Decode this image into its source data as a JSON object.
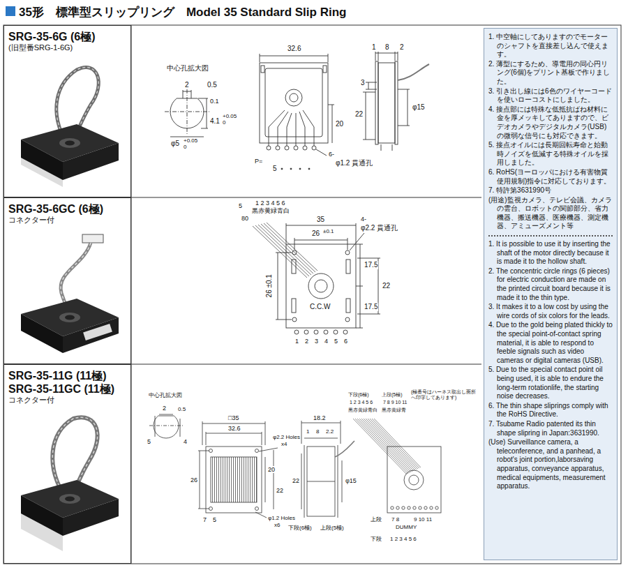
{
  "diagram": {
    "title": "35形　標準型スリップリング　Model 35 Standard Slip Ring",
    "nodes": [
      {
        "text": [
          "SRG-35-6G (6極)",
          "(旧型番SRG-1-6G)"
        ]
      },
      {
        "text": [
          "SRG-35-6GC (6極)",
          "コネクター付"
        ]
      },
      {
        "text": [
          "SRG-35-11G (11極) SRG-35-11GC (11極)",
          "コネクター付"
        ]
      },
      {
        "text": [
          "1. 中空軸にしてありますのでモーターのシャフトを直接差し込んで使えます。",
          "2. 薄型にするため、導電用の同心円リング(6個)をプリント基板で作りました。",
          "3. 引き出し線には6色のワイヤーコードを使いローコストにしました。",
          "4. 接点部には特殊な低抵抗ばね材料に金を厚メッキしてありますので、ビデオカメラやデジタルカメラ(USB)の微弱な信号にも対応できます。",
          "5. 接点オイルには長期回転寿命と始動時ノイズを低減する特殊オイルを採用しました。",
          "6. RoHS(ヨーロッパにおける有害物質使用規制)指令に対応しております。",
          "7. 特許第3631990号",
          "(用途)監視カメラ、テレビ会議、カメラの雲台、ロボットの関節部分、省力機器、搬送機器、医療機器、測定機器、アミューズメント等",
          "1. It is possible to use it by inserting the shaft of the motor directly because it is made it to the hollow shaft.",
          "2. The concentric circle rings (6 pieces) for electric conduction are made on the printed circuit board because it is made it to the thin type.",
          "3. It makes it to a low cost by using the wire cords of six colors for the leads.",
          "4. Due to the gold being plated thickly to the special point-of-contact spring material, it is able to respond to feeble signals such as video cameras or digital cameras (USB).",
          "5. Due to the special contact point oil being used, it is able to endure the long-term rotationlife, the starting noise decreases.",
          "6. The thin shape sliprings comply with the RoHS Directive.",
          "7. Tsubame Radio patented its thin shape slipring in Japan:3631990.",
          "(Use) Surveillance camera, a teleconference, and a panhead, a robot's joint portion,laborsaving apparatus, conveyance apparatus, medical equipments, measurement apparatus."
        ]
      }
    ],
    "labels": [
      "中心孔拡大図",
      "2",
      "0.5",
      "0.1",
      "+0.05",
      "0",
      "4.1",
      "φ5",
      "+0.05",
      "0",
      "32.6",
      "20",
      "6-",
      "φ1.2 貫通孔",
      "P=",
      "5",
      "1",
      "8",
      "2",
      "3",
      "22",
      "φ15",
      "1 2 3 4 5 6",
      "黒赤黄緑青白",
      "5",
      "80",
      "35",
      "26",
      "±0.1",
      "4-",
      "φ2.2 貫通孔",
      "26 ±0.1",
      "17.5",
      "17.5",
      "22",
      "C.C.W",
      "1",
      "2",
      "3",
      "4",
      "5",
      "6",
      "中心孔拡大図",
      "2",
      "0.5",
      "5",
      "4",
      "□35",
      "32.6",
      "φ2.2 Holes",
      "x4",
      "26",
      "20",
      "22",
      "7",
      "5",
      "φ1.2 Holes",
      "x6",
      "18.2",
      "1",
      "8",
      "2.2",
      "22",
      "φ15",
      "下段(6極)",
      "上段(5極)",
      "下段(6極)",
      "上段(5極)",
      "(極番号はハーネス取出し面所へ印字してあります)",
      "1 2 3 4 5 6",
      "7 8 9 10 11",
      "黒赤黄緑青白",
      "黒赤黄緑青",
      "上段",
      "7 8",
      "9 10 11",
      "DUMMY",
      "下段",
      "1 2 3 4 5 6"
    ]
  }
}
